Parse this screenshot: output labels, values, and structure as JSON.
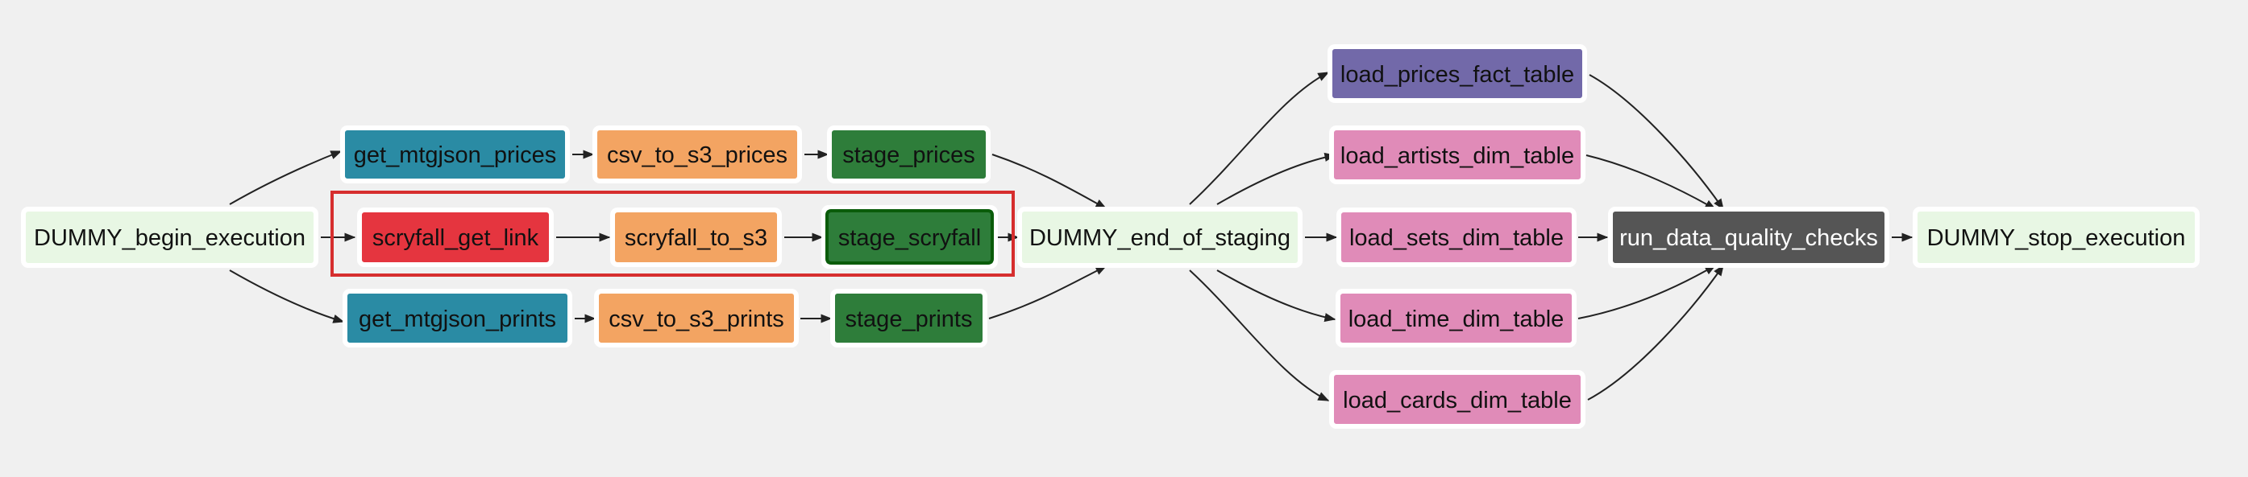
{
  "colors": {
    "background": "#f0f0f0",
    "dummy": "#e8f7e4",
    "get_mtgjson": "#2a8ba4",
    "csv_to_s3": "#f3a462",
    "stage": "#2e7d3a",
    "stage_highlight_border": "#0a5c0a",
    "scryfall_get_link": "#e5353f",
    "load_fact": "#7269a9",
    "load_dim": "#e08bb8",
    "quality_checks": "#555555",
    "highlight_frame": "#d62e2e"
  },
  "tasks": {
    "dummy_begin_execution": "DUMMY_begin_execution",
    "get_mtgjson_prices": "get_mtgjson_prices",
    "csv_to_s3_prices": "csv_to_s3_prices",
    "stage_prices": "stage_prices",
    "scryfall_get_link": "scryfall_get_link",
    "scryfall_to_s3": "scryfall_to_s3",
    "stage_scryfall": "stage_scryfall",
    "get_mtgjson_prints": "get_mtgjson_prints",
    "csv_to_s3_prints": "csv_to_s3_prints",
    "stage_prints": "stage_prints",
    "dummy_end_of_staging": "DUMMY_end_of_staging",
    "load_prices_fact_table": "load_prices_fact_table",
    "load_artists_dim_table": "load_artists_dim_table",
    "load_sets_dim_table": "load_sets_dim_table",
    "load_time_dim_table": "load_time_dim_table",
    "load_cards_dim_table": "load_cards_dim_table",
    "run_data_quality_checks": "run_data_quality_checks",
    "dummy_stop_execution": "DUMMY_stop_execution"
  }
}
